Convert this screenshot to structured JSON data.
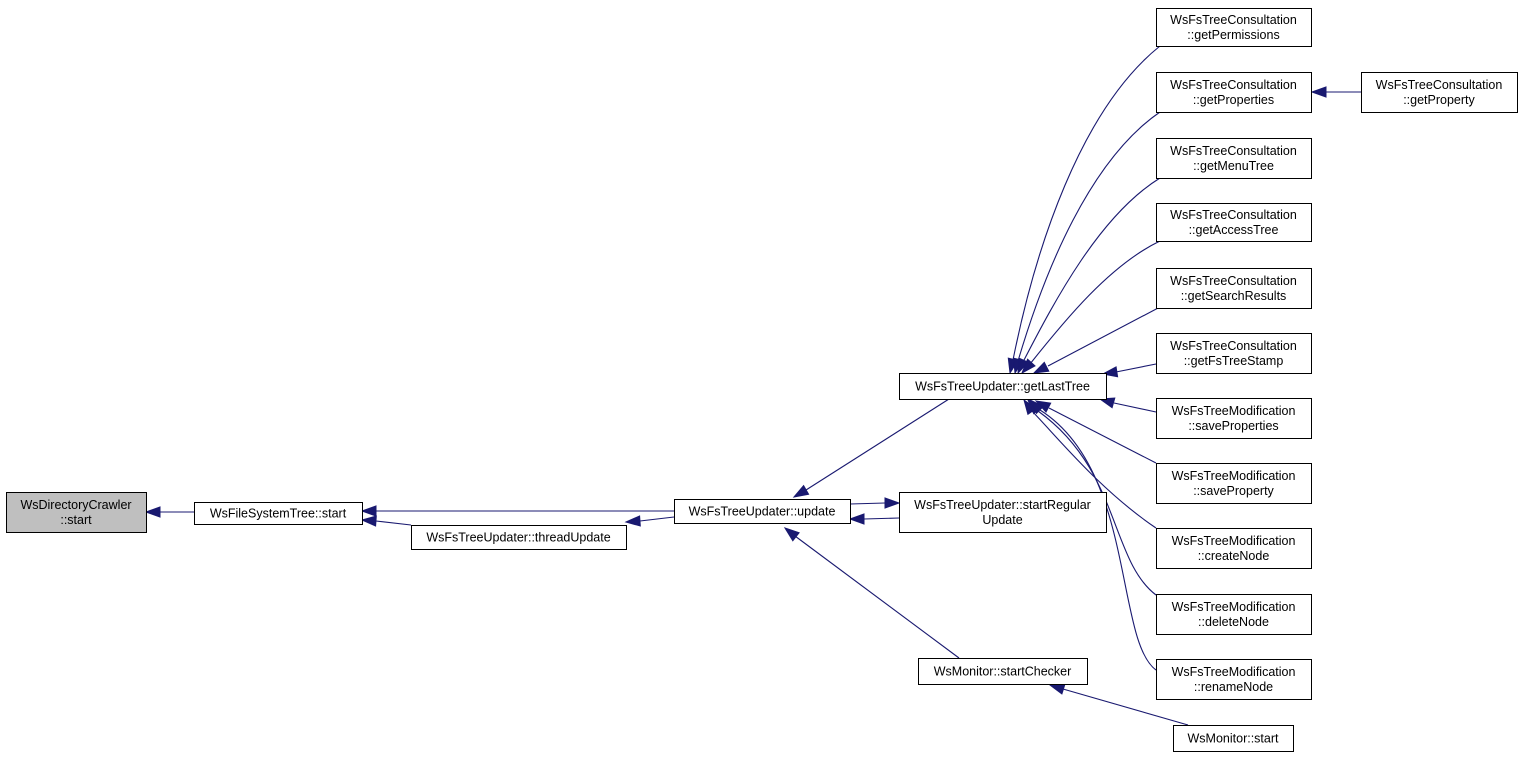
{
  "diagram": {
    "nodes": {
      "ws_directory_crawler_start": {
        "line1": "WsDirectoryCrawler",
        "line2": "::start",
        "is_root": true
      },
      "ws_file_system_tree_start": {
        "line1": "WsFileSystemTree::start"
      },
      "ws_fs_tree_updater_thread_update": {
        "line1": "WsFsTreeUpdater::threadUpdate"
      },
      "ws_fs_tree_updater_update": {
        "line1": "WsFsTreeUpdater::update"
      },
      "ws_fs_tree_updater_get_last_tree": {
        "line1": "WsFsTreeUpdater::getLastTree"
      },
      "ws_fs_tree_updater_start_regular_update": {
        "line1": "WsFsTreeUpdater::startRegular",
        "line2": "Update"
      },
      "ws_monitor_start_checker": {
        "line1": "WsMonitor::startChecker"
      },
      "ws_monitor_start": {
        "line1": "WsMonitor::start"
      },
      "consultation_get_permissions": {
        "line1": "WsFsTreeConsultation",
        "line2": "::getPermissions"
      },
      "consultation_get_properties": {
        "line1": "WsFsTreeConsultation",
        "line2": "::getProperties"
      },
      "consultation_get_property": {
        "line1": "WsFsTreeConsultation",
        "line2": "::getProperty"
      },
      "consultation_get_menu_tree": {
        "line1": "WsFsTreeConsultation",
        "line2": "::getMenuTree"
      },
      "consultation_get_access_tree": {
        "line1": "WsFsTreeConsultation",
        "line2": "::getAccessTree"
      },
      "consultation_get_search_results": {
        "line1": "WsFsTreeConsultation",
        "line2": "::getSearchResults"
      },
      "consultation_get_fs_tree_stamp": {
        "line1": "WsFsTreeConsultation",
        "line2": "::getFsTreeStamp"
      },
      "modification_save_properties": {
        "line1": "WsFsTreeModification",
        "line2": "::saveProperties"
      },
      "modification_save_property": {
        "line1": "WsFsTreeModification",
        "line2": "::saveProperty"
      },
      "modification_create_node": {
        "line1": "WsFsTreeModification",
        "line2": "::createNode"
      },
      "modification_delete_node": {
        "line1": "WsFsTreeModification",
        "line2": "::deleteNode"
      },
      "modification_rename_node": {
        "line1": "WsFsTreeModification",
        "line2": "::renameNode"
      }
    },
    "edges": [
      {
        "from": "ws_file_system_tree_start",
        "to": "ws_directory_crawler_start"
      },
      {
        "from": "ws_fs_tree_updater_update",
        "to": "ws_file_system_tree_start"
      },
      {
        "from": "ws_fs_tree_updater_thread_update",
        "to": "ws_file_system_tree_start"
      },
      {
        "from": "ws_fs_tree_updater_update",
        "to": "ws_fs_tree_updater_thread_update"
      },
      {
        "from": "ws_fs_tree_updater_get_last_tree",
        "to": "ws_fs_tree_updater_update"
      },
      {
        "from": "ws_fs_tree_updater_start_regular_update",
        "to": "ws_fs_tree_updater_update"
      },
      {
        "from": "ws_fs_tree_updater_update",
        "to": "ws_fs_tree_updater_start_regular_update"
      },
      {
        "from": "ws_monitor_start_checker",
        "to": "ws_fs_tree_updater_update"
      },
      {
        "from": "ws_monitor_start",
        "to": "ws_monitor_start_checker"
      },
      {
        "from": "consultation_get_permissions",
        "to": "ws_fs_tree_updater_get_last_tree"
      },
      {
        "from": "consultation_get_properties",
        "to": "ws_fs_tree_updater_get_last_tree"
      },
      {
        "from": "consultation_get_menu_tree",
        "to": "ws_fs_tree_updater_get_last_tree"
      },
      {
        "from": "consultation_get_access_tree",
        "to": "ws_fs_tree_updater_get_last_tree"
      },
      {
        "from": "consultation_get_search_results",
        "to": "ws_fs_tree_updater_get_last_tree"
      },
      {
        "from": "consultation_get_fs_tree_stamp",
        "to": "ws_fs_tree_updater_get_last_tree"
      },
      {
        "from": "modification_save_properties",
        "to": "ws_fs_tree_updater_get_last_tree"
      },
      {
        "from": "modification_save_property",
        "to": "ws_fs_tree_updater_get_last_tree"
      },
      {
        "from": "modification_create_node",
        "to": "ws_fs_tree_updater_get_last_tree"
      },
      {
        "from": "modification_delete_node",
        "to": "ws_fs_tree_updater_get_last_tree"
      },
      {
        "from": "modification_rename_node",
        "to": "ws_fs_tree_updater_get_last_tree"
      },
      {
        "from": "consultation_get_property",
        "to": "consultation_get_properties"
      }
    ],
    "colors": {
      "edge": "#191970",
      "root_fill": "#bfbfbf",
      "node_fill": "#ffffff",
      "border": "#000000"
    }
  }
}
